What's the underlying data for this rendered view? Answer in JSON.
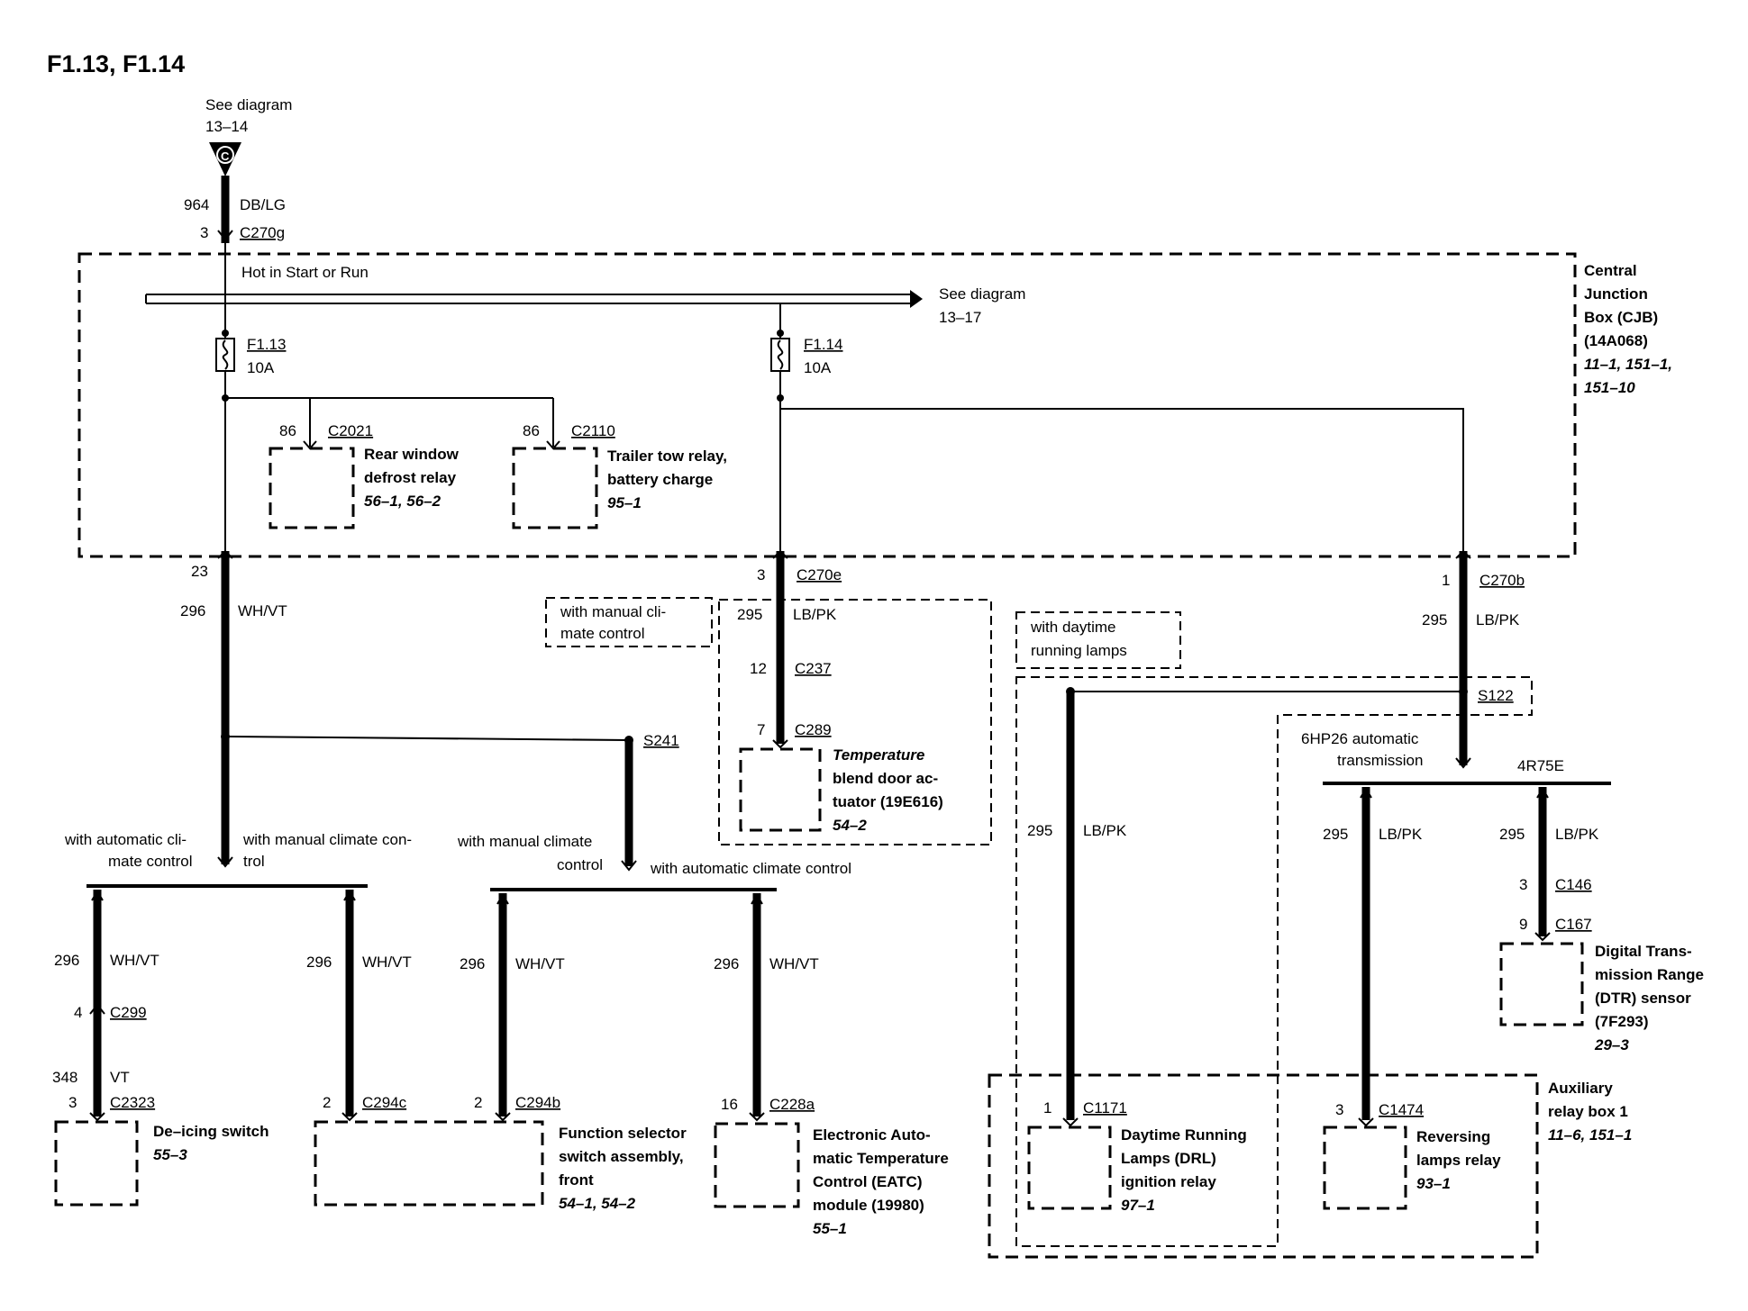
{
  "title": "F1.13, F1.14",
  "top_ref": {
    "label": "See diagram",
    "page": "13–14",
    "connector_letter": "C"
  },
  "input_wire": {
    "circuit": "964",
    "color": "DB/LG",
    "pin": "3",
    "connector": "C270g"
  },
  "cjb": {
    "hot_label": "Hot in Start or Run",
    "bus_ref_label": "See diagram",
    "bus_ref_page": "13–17",
    "name_lines": [
      "Central",
      "Junction",
      "Box (CJB)",
      "(14A068)"
    ],
    "ref_lines": [
      "11–1, 151–1,",
      "151–10"
    ],
    "fuse1": {
      "id": "F1.13",
      "rating": "10A"
    },
    "fuse2": {
      "id": "F1.14",
      "rating": "10A"
    },
    "relay1": {
      "pin": "86",
      "connector": "C2021",
      "name_lines": [
        "Rear window",
        "defrost relay"
      ],
      "ref": "56–1, 56–2"
    },
    "relay2": {
      "pin": "86",
      "connector": "C2110",
      "name_lines": [
        "Trailer tow relay,",
        "battery charge"
      ],
      "ref": "95–1"
    }
  },
  "left_branch": {
    "pin": "23",
    "circuit": "296",
    "color": "WH/VT",
    "splice": "S241",
    "split1_left": [
      "with automatic cli-",
      "mate control"
    ],
    "split1_right": [
      "with manual climate con-",
      "trol"
    ],
    "split2_left": [
      "with manual climate",
      "control"
    ],
    "split2_right": "with automatic climate control",
    "deicing": {
      "circuit": "296",
      "color": "WH/VT",
      "pin1": "4",
      "conn1": "C299",
      "circuit2": "348",
      "color2": "VT",
      "pin2": "3",
      "conn2": "C2323",
      "name": "De–icing switch",
      "ref": "55–3"
    },
    "func_wire1": {
      "circuit": "296",
      "color": "WH/VT",
      "pin": "2",
      "connector": "C294c"
    },
    "func_wire2": {
      "circuit": "296",
      "color": "WH/VT",
      "pin": "2",
      "connector": "C294b"
    },
    "func": {
      "name_lines": [
        "Function selector",
        "switch assembly,",
        "front"
      ],
      "ref": "54–1, 54–2"
    },
    "eatc_wire": {
      "circuit": "296",
      "color": "WH/VT",
      "pin": "16",
      "connector": "C228a"
    },
    "eatc": {
      "name_lines": [
        "Electronic Auto-",
        "matic Temperature",
        "Control (EATC)",
        "module (19980)"
      ],
      "ref": "55–1"
    }
  },
  "middle_branch": {
    "pin": "3",
    "connector": "C270e",
    "option_lines": [
      "with manual cli-",
      "mate control"
    ],
    "circuit": "295",
    "color": "LB/PK",
    "pin2": "12",
    "conn2": "C237",
    "pin3": "7",
    "conn3": "C289",
    "actuator": {
      "name_lines": [
        "Temperature",
        "blend door ac-",
        "tuator (19E616)"
      ],
      "ref": "54–2"
    }
  },
  "right_branch": {
    "pin": "1",
    "connector": "C270b",
    "circuit": "295",
    "color": "LB/PK",
    "drl_option_lines": [
      "with daytime",
      "running lamps"
    ],
    "splice": "S122",
    "trans_6hp_lines": [
      "6HP26 automatic",
      "transmission"
    ],
    "trans_4r": "4R75E",
    "drl_wire": {
      "circuit": "295",
      "color": "LB/PK",
      "pin": "1",
      "connector": "C1171"
    },
    "drl": {
      "name_lines": [
        "Daytime Running",
        "Lamps (DRL)",
        "ignition relay"
      ],
      "ref": "97–1"
    },
    "rev_wire": {
      "circuit": "295",
      "color": "LB/PK",
      "pin": "3",
      "connector": "C1474"
    },
    "rev": {
      "name_lines": [
        "Reversing",
        "lamps relay"
      ],
      "ref": "93–1"
    },
    "dtr_wire": {
      "circuit": "295",
      "color": "LB/PK",
      "pin1": "3",
      "conn1": "C146",
      "pin2": "9",
      "conn2": "C167"
    },
    "dtr": {
      "name_lines": [
        "Digital Trans-",
        "mission Range",
        "(DTR) sensor",
        "(7F293)"
      ],
      "ref": "29–3"
    },
    "aux_box": {
      "name_lines": [
        "Auxiliary",
        "relay box 1"
      ],
      "ref": "11–6, 151–1"
    }
  }
}
